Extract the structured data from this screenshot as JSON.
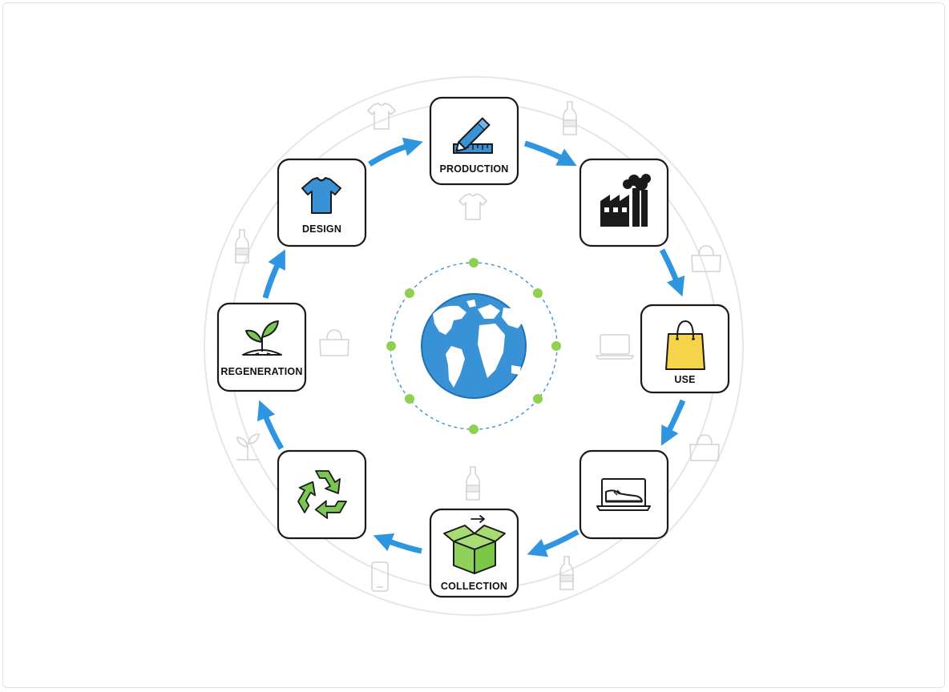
{
  "diagram": {
    "center": {
      "icon": "globe-icon"
    },
    "nodes": [
      {
        "id": "design",
        "label": "DESIGN",
        "icon": "t-shirt-icon"
      },
      {
        "id": "production",
        "label": "PRODUCTION",
        "icon": "pencil-ruler-icon"
      },
      {
        "id": "factory",
        "label": "",
        "icon": "factory-icon"
      },
      {
        "id": "use",
        "label": "USE",
        "icon": "shopping-bag-icon"
      },
      {
        "id": "retail",
        "label": "",
        "icon": "shoe-laptop-icon"
      },
      {
        "id": "collection",
        "label": "COLLECTION",
        "icon": "box-icon"
      },
      {
        "id": "recycle",
        "label": "",
        "icon": "recycle-icon"
      },
      {
        "id": "regeneration",
        "label": "REGENERATION",
        "icon": "sprout-icon"
      }
    ],
    "flow_direction": "clockwise",
    "colors": {
      "arrow": "#2f95e0",
      "globe_ocean": "#3a92d6",
      "globe_land": "#ffffff",
      "orbit_dots": "#8fd14f",
      "shirt": "#3a92d6",
      "bag": "#f6d44a",
      "recycle": "#79c653",
      "box": "#8fd15a",
      "border": "#1a1a1a"
    }
  }
}
